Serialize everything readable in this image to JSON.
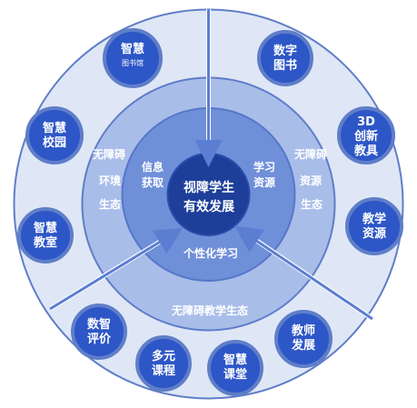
{
  "center": {
    "title_line1": "视障学生",
    "title_line2": "有效发展"
  },
  "inner_ring": {
    "top_left_line1": "信息",
    "top_left_line2": "获取",
    "top_right_line1": "学习",
    "top_right_line2": "资源",
    "bottom": "个性化学习"
  },
  "middle_ring": {
    "left_line1": "无障碍",
    "left_line2": "环境",
    "left_line3": "生态",
    "right_line1": "无障碍",
    "right_line2": "资源",
    "right_line3": "生态",
    "bottom": "无障碍教学生态"
  },
  "outer_nodes": {
    "zhihui_library_line1": "智慧",
    "zhihui_library_line2": "图书馆",
    "digital_books_line1": "数字",
    "digital_books_line2": "图书",
    "innovative_line1": "3D",
    "innovative_line2": "创新",
    "innovative_line3": "教具",
    "teaching_resources_line1": "教学",
    "teaching_resources_line2": "资源",
    "teacher_dev_line1": "教师",
    "teacher_dev_line2": "发展",
    "smart_class_line1": "智慧",
    "smart_class_line2": "课堂",
    "diverse_course_line1": "多元",
    "diverse_course_line2": "课程",
    "digital_eval_line1": "数智",
    "digital_eval_line2": "评价",
    "smart_classroom_line1": "智慧",
    "smart_classroom_line2": "教室",
    "smart_campus_line1": "智慧",
    "smart_campus_line2": "校园"
  },
  "colors": {
    "outer_ring": "#dfe7f6",
    "outer_ring_stroke": "#5f7ec8",
    "middle_ring": "#a9bde9",
    "middle_ring_stroke": "#5f7ec8",
    "inner_ring": "#6f8fd9",
    "inner_ring_stroke": "#5677c8",
    "core": "#1d3f99",
    "node_fill": "#2d56c7",
    "node_stroke": "#5f7ec8",
    "separator": "#ffffff",
    "arrow": "#5b7ed3"
  }
}
